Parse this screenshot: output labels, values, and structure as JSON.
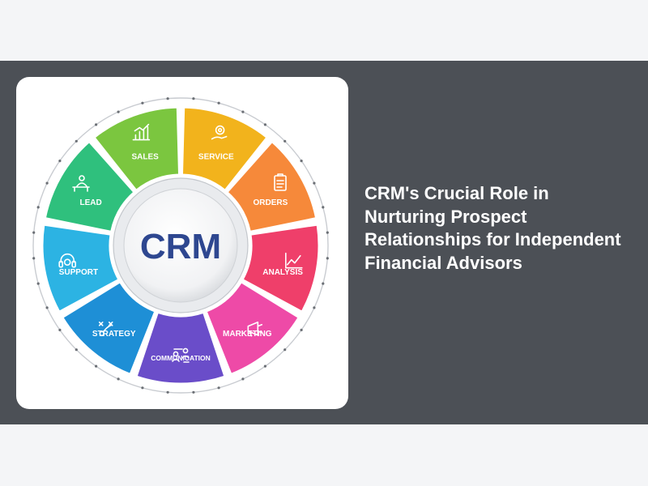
{
  "headline": "CRM's Crucial Role in Nurturing Prospect Relationships for Independent Financial Advisors",
  "diagram": {
    "hub_label": "CRM",
    "hub_text_color": "#2e4790",
    "segments": [
      {
        "label": "SERVICE",
        "color": "#f2b31c",
        "icon": "gear-hand-icon"
      },
      {
        "label": "ORDERS",
        "color": "#f6893a",
        "icon": "clipboard-icon"
      },
      {
        "label": "ANALYSIS",
        "color": "#ef3f6a",
        "icon": "line-graph-icon"
      },
      {
        "label": "MARKETING",
        "color": "#ee4aa7",
        "icon": "megaphone-icon"
      },
      {
        "label": "COMMUNICATION",
        "color": "#6a4dc9",
        "icon": "people-exchange-icon"
      },
      {
        "label": "STRATEGY",
        "color": "#1e8fd6",
        "icon": "strategy-play-icon"
      },
      {
        "label": "SUPPORT",
        "color": "#2cb3e3",
        "icon": "headset-icon"
      },
      {
        "label": "LEAD",
        "color": "#2fc07d",
        "icon": "person-desk-icon"
      },
      {
        "label": "SALES",
        "color": "#7bc63f",
        "icon": "bar-chart-icon"
      }
    ]
  }
}
